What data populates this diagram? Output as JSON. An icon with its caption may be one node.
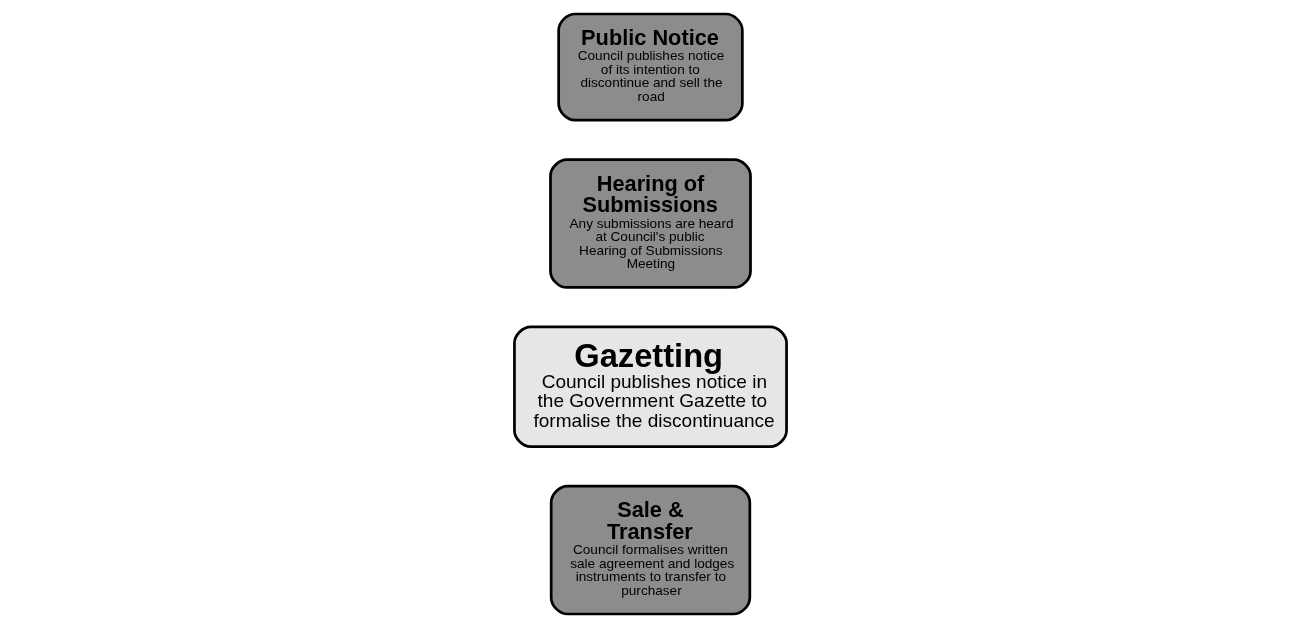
{
  "diagram": {
    "nodes": [
      {
        "text": [
          "Public Notice",
          "Council publishes notice of its intention to discontinue and sell the road"
        ]
      },
      {
        "text": [
          "Hearing of Submissions",
          "Any submissions are heard at Council's public Hearing of Submissions Meeting"
        ]
      },
      {
        "text": [
          "Gazetting",
          "Council publishes notice in the Government Gazette to formalise the discontinuance"
        ]
      },
      {
        "text": [
          "Sale & Transfer",
          "Council formalises written sale agreement and lodges instruments to transfer to purchaser"
        ]
      }
    ],
    "edges": []
  }
}
